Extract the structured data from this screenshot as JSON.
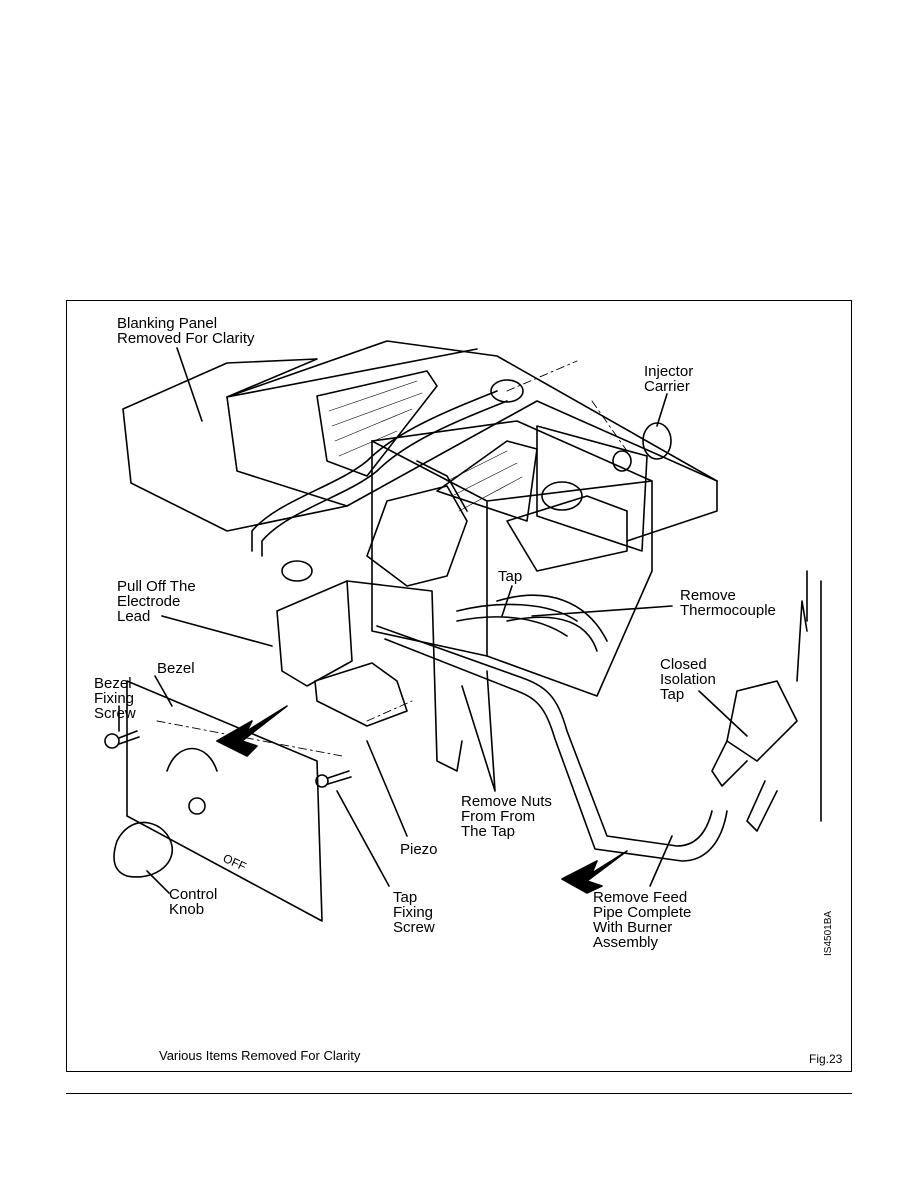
{
  "figure": {
    "labels": {
      "blanking_panel": "Blanking Panel\nRemoved For Clarity",
      "injector_carrier": "Injector\nCarrier",
      "tap": "Tap",
      "remove_thermocouple": "Remove\nThermocouple",
      "pull_off_electrode": "Pull Off The\nElectrode\nLead",
      "closed_isolation_tap": "Closed\nIsolation\nTap",
      "bezel": "Bezel",
      "bezel_fixing_screw": "Bezel\nFixing\nScrew",
      "remove_nuts": "Remove Nuts\nFrom From\nThe Tap",
      "piezo": "Piezo",
      "control_knob": "Control\nKnob",
      "tap_fixing_screw": "Tap\nFixing\nScrew",
      "remove_feed_pipe": "Remove Feed\nPipe Complete\nWith Burner\nAssembly",
      "drawing_code": "IS4501BA",
      "knob_off": "OFF"
    },
    "caption": "Various Items Removed For Clarity",
    "fig_number": "Fig.23"
  }
}
